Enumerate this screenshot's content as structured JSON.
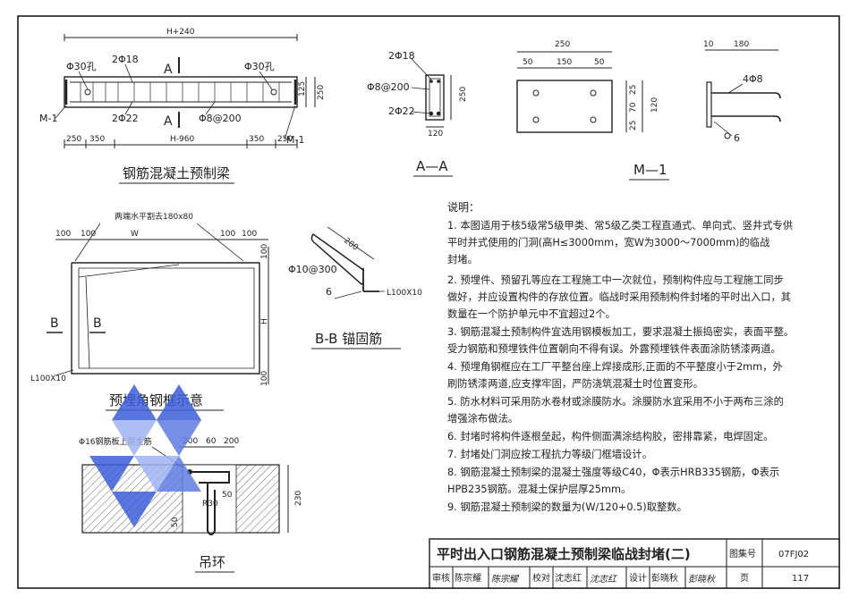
{
  "beam": {
    "title": "钢筋混凝土预制梁",
    "dim_top": "H+240",
    "hole_left": "Φ30孔",
    "hole_right": "Φ30孔",
    "top_bar": "2Φ18",
    "section_mark_top": "A",
    "section_mark_bottom": "A",
    "plate_left": "M-1",
    "plate_right": "M-1",
    "bottom_bar": "2Φ22",
    "stirrup": "Φ8@200",
    "dim_125": "125",
    "dim_250": "250",
    "bottom_dims": [
      "250",
      "350",
      "H-960",
      "350",
      "250"
    ]
  },
  "section_aa": {
    "title": "A—A",
    "top_bar": "2Φ18",
    "stirrup": "Φ8@200",
    "bottom_bar": "2Φ22",
    "height": "250",
    "width": "120"
  },
  "plate_m1": {
    "title": "M—1",
    "width_total": "250",
    "widths": [
      "50",
      "150",
      "50"
    ],
    "heights": [
      "25",
      "70",
      "25"
    ],
    "height_total": "120"
  },
  "anchor_side": {
    "dims": [
      "10",
      "180"
    ],
    "bar": "4Φ8",
    "weld": "6"
  },
  "frame": {
    "title": "预埋角钢框示意",
    "top_note": "两端水平割去180x80",
    "dims_top": [
      "100",
      "100",
      "W",
      "100",
      "100"
    ],
    "dim_h": "H",
    "dims_right": [
      "100",
      "100"
    ],
    "angle": "L100X10",
    "section_b_left": "B",
    "section_b_right": "B"
  },
  "anchor_bar": {
    "title": "B-B 锚固筋",
    "len": "200",
    "bar": "Φ10@300",
    "weld": "6",
    "angle": "L100X10"
  },
  "lifting_ring": {
    "title": "吊环",
    "bar": "Φ16钢筋板上层主筋",
    "dims": [
      "200",
      "60",
      "200"
    ],
    "r": "R30",
    "d50a": "50",
    "d50b": "50",
    "d230": "230"
  },
  "notes": {
    "heading": "说明：",
    "items": [
      "1. 本图适用于核5级常5级甲类、常5级乙类工程直通式、单向式、竖井式专供",
      "平时并式使用的门洞(高H≤3000mm，宽W为3000～7000mm)的临战",
      "封堵。",
      "2. 预埋件、预留孔等应在工程施工中一次就位，预制构件应与工程施工同步",
      "做好，并应设置构件的存放位置。临战时采用预制构件封堵的平时出入口，其",
      "数量在一个防护单元中不宜超过2个。",
      "3. 钢筋混凝土预制构件宜选用钢模板加工，要求混凝土振捣密实，表面平整。",
      "受力钢筋和预埋铁件位置朝向不得有误。外露预埋铁件表面涂防锈漆两道。",
      "4. 预埋角钢框应在工厂平整台座上焊接成形,正面的不平整度小于2mm，外",
      "刷防锈漆两道,应支撑牢固，严防浇筑混凝土时位置变形。",
      "5. 防水材料可采用防水卷材或涂膜防水。涂膜防水宜采用不小于两布三涂的",
      "增强涂布做法。",
      "6. 封堵时将构件逐根垒起，构件侧面满涂结构胶，密排靠紧，电焊固定。",
      "7. 封堵处门洞应按工程抗力等级门框墙设计。",
      "8. 钢筋混凝土预制梁的混凝土强度等级C40，Φ表示HRB335钢筋，Φ表示",
      "HPB235钢筋。混凝土保护层厚25mm。",
      "9. 钢筋混凝土预制梁的数量为(W/120+0.5)取整数。"
    ]
  },
  "title_block": {
    "title": "平时出入口钢筋混凝土预制梁临战封堵(二)",
    "atlas_label": "图集号",
    "atlas_no": "07FJ02",
    "review_label": "审核",
    "review_name": "陈宗耀",
    "review_sign": "陈宗耀",
    "check_label": "校对",
    "check_name": "沈志红",
    "check_sign": "沈志红",
    "design_label": "设计",
    "design_name": "彭晓秋",
    "design_sign": "彭晓秋",
    "page_label": "页",
    "page_no": "117"
  },
  "colors": {
    "line": "#1a1a1a",
    "watermark": "#3b5fd9",
    "hatch": "#555555"
  }
}
